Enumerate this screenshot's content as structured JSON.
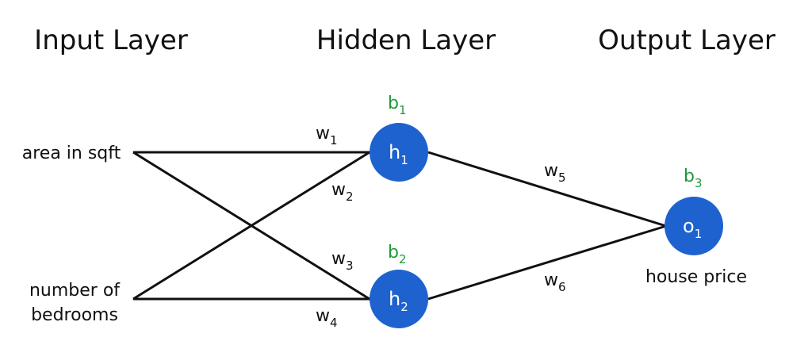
{
  "layers": {
    "input": "Input Layer",
    "hidden": "Hidden Layer",
    "output": "Output Layer"
  },
  "inputs": {
    "area": "area in sqft",
    "bedrooms_line1": "number of",
    "bedrooms_line2": "bedrooms"
  },
  "nodes": {
    "h1": {
      "base": "h",
      "sub": "1"
    },
    "h2": {
      "base": "h",
      "sub": "2"
    },
    "o1": {
      "base": "o",
      "sub": "1"
    }
  },
  "biases": {
    "b1": {
      "base": "b",
      "sub": "1"
    },
    "b2": {
      "base": "b",
      "sub": "2"
    },
    "b3": {
      "base": "b",
      "sub": "3"
    }
  },
  "weights": {
    "w1": {
      "base": "w",
      "sub": "1"
    },
    "w2": {
      "base": "w",
      "sub": "2"
    },
    "w3": {
      "base": "w",
      "sub": "3"
    },
    "w4": {
      "base": "w",
      "sub": "4"
    },
    "w5": {
      "base": "w",
      "sub": "5"
    },
    "w6": {
      "base": "w",
      "sub": "6"
    }
  },
  "output_label": "house price",
  "colors": {
    "node": "#1e62cf",
    "bias": "#1f9a3a",
    "edge": "#111111"
  }
}
